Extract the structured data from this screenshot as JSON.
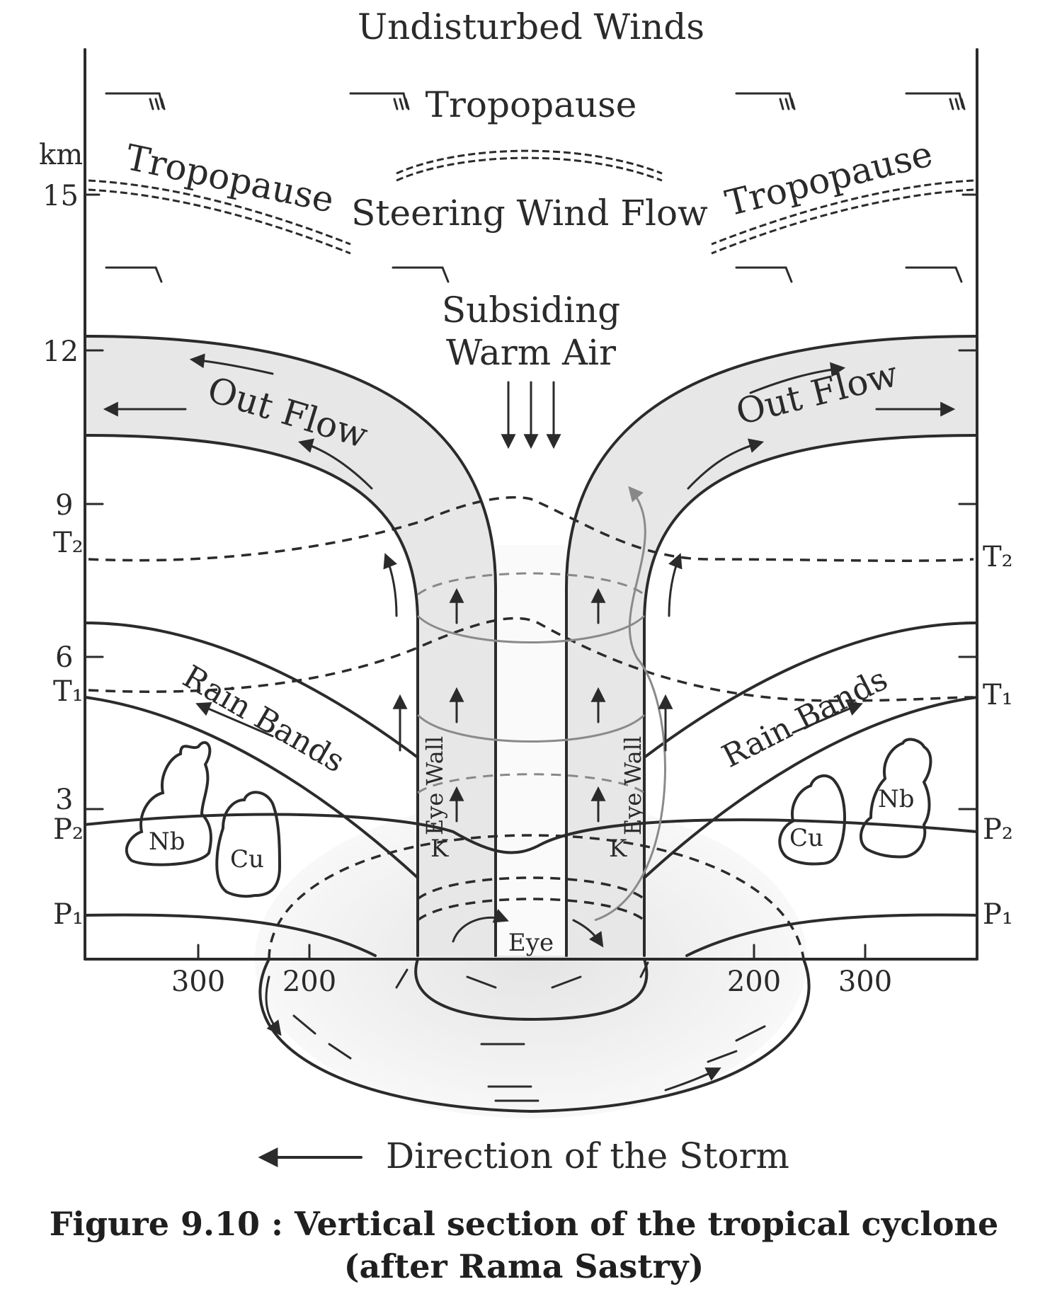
{
  "diagram": {
    "title_top": "Undisturbed Winds",
    "tropopause_center": "Tropopause",
    "tropopause_left": "Tropopause",
    "tropopause_right": "Tropopause",
    "steering_flow": "Steering Wind Flow",
    "subsiding_line1": "Subsiding",
    "subsiding_line2": "Warm Air",
    "outflow_left": "Out Flow",
    "outflow_right": "Out Flow",
    "rain_bands_left": "Rain Bands",
    "rain_bands_right": "Rain Bands",
    "eye_wall_left": "Eye Wall",
    "eye_wall_right": "Eye Wall",
    "k_left": "K",
    "k_right": "K",
    "eye": "Eye",
    "cloud_nb_left": "Nb",
    "cloud_cu_left": "Cu",
    "cloud_nb_right": "Nb",
    "cloud_cu_right": "Cu",
    "direction_label": "Direction of the Storm"
  },
  "axis": {
    "unit": "km",
    "y_ticks": [
      "15",
      "12",
      "9",
      "6",
      "3"
    ],
    "levels_left": [
      "T₂",
      "T₁",
      "P₂",
      "P₁"
    ],
    "levels_right": [
      "T₂",
      "T₁",
      "P₂",
      "P₁"
    ],
    "x_ticks_left": [
      "300",
      "200"
    ],
    "x_ticks_right": [
      "200",
      "300"
    ]
  },
  "caption": {
    "line1": "Figure 9.10 : Vertical section of the tropical cyclone",
    "line2": "(after Rama Sastry)"
  }
}
